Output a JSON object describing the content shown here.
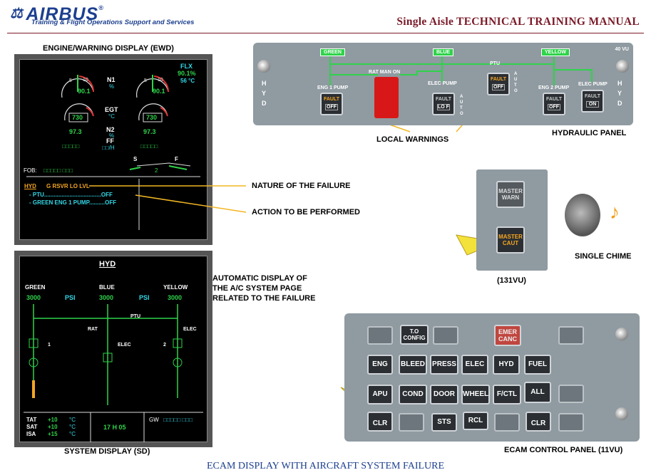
{
  "header": {
    "brand": "AIRBUS",
    "brand_mark": "®",
    "subtitle": "Training & Flight Operations Support and Services",
    "manual_title": "Single Aisle TECHNICAL TRAINING MANUAL"
  },
  "footer": "ECAM DISPLAY WITH AIRCRAFT SYSTEM FAILURE",
  "ewd": {
    "title": "ENGINE/WARNING DISPLAY (EWD)",
    "flx": "FLX",
    "flx_pct": "90.1%",
    "flx_temp": "56 °C",
    "n1_label": "N1",
    "n1_unit": "%",
    "n1_left": "90.1",
    "n1_right": "90.1",
    "egt_label": "EGT",
    "egt_unit": "°C",
    "egt_left": "730",
    "egt_right": "730",
    "n2_label": "N2",
    "n2_unit": "%",
    "n2_left": "97.3",
    "n2_right": "97.3",
    "ff_label": "FF",
    "ff_unit": "□□/H",
    "ff_left": "□□□□□",
    "ff_right": "□□□□□",
    "fob_label": "FOB:",
    "fob_value": "□□□□□ □□□",
    "slat": "S",
    "flap": "F",
    "flap_pos": "2",
    "warn_title": "HYD",
    "warn_sys": "G RSVR LO LVL",
    "action1": "- PTU....................................OFF",
    "action2": "- GREEN ENG 1 PUMP..........OFF"
  },
  "sd": {
    "title": "SYSTEM DISPLAY (SD)",
    "page": "HYD",
    "green": "GREEN",
    "blue": "BLUE",
    "yellow": "YELLOW",
    "green_press": "3000",
    "blue_press": "3000",
    "yellow_press": "3000",
    "psi": "PSI",
    "ptu": "PTU",
    "rat": "RAT",
    "elec": "ELEC",
    "num1": "1",
    "num2": "2",
    "tat": "TAT",
    "sat": "SAT",
    "isa": "ISA",
    "tat_val": "+10",
    "sat_val": "+10",
    "isa_val": "+15",
    "deg_c": "°C",
    "time": "17 H 05",
    "gw": "GW",
    "gw_val": "□□□□□ □□□"
  },
  "annotations": {
    "nature": "NATURE OF THE FAILURE",
    "action": "ACTION TO BE PERFORMED",
    "auto1": "AUTOMATIC DISPLAY OF",
    "auto2": "THE A/C SYSTEM PAGE",
    "auto3": "RELATED TO THE FAILURE",
    "local": "LOCAL WARNINGS",
    "hyd_panel": "HYDRAULIC PANEL",
    "single_chime": "SINGLE CHIME",
    "vu131": "(131VU)",
    "ecam_panel": "ECAM CONTROL PANEL (11VU)"
  },
  "hyd_panel": {
    "vu": "40 VU",
    "hyd": "HYD",
    "green": "GREEN",
    "blue": "BLUE",
    "yellow": "YELLOW",
    "ptu": "PTU",
    "rat_man_on": "RAT MAN ON",
    "eng1_pump": "ENG 1 PUMP",
    "elec_pump": "ELEC PUMP",
    "eng2_pump": "ENG 2 PUMP",
    "auto": "AUTO",
    "fault": "FAULT",
    "off": "OFF",
    "on": "ON",
    "lo_f": "LO F"
  },
  "master": {
    "warn1": "MASTER",
    "warn2": "WARN",
    "caut1": "MASTER",
    "caut2": "CAUT"
  },
  "ecam_cp": {
    "to1": "T.O",
    "to2": "CONFIG",
    "emer1": "EMER",
    "emer2": "CANC",
    "row2": [
      "ENG",
      "BLEED",
      "PRESS",
      "ELEC",
      "HYD",
      "FUEL"
    ],
    "row3": [
      "APU",
      "COND",
      "DOOR",
      "WHEEL",
      "F/CTL"
    ],
    "all": "ALL",
    "clr": "CLR",
    "sts": "STS",
    "rcl": "RCL"
  },
  "colors": {
    "green": "#2fd34a",
    "cyan": "#33d8e8",
    "amber": "#f5a623",
    "brand": "#1c3f8f",
    "maroon": "#7a1a28",
    "annot_line": "#f3b624"
  }
}
